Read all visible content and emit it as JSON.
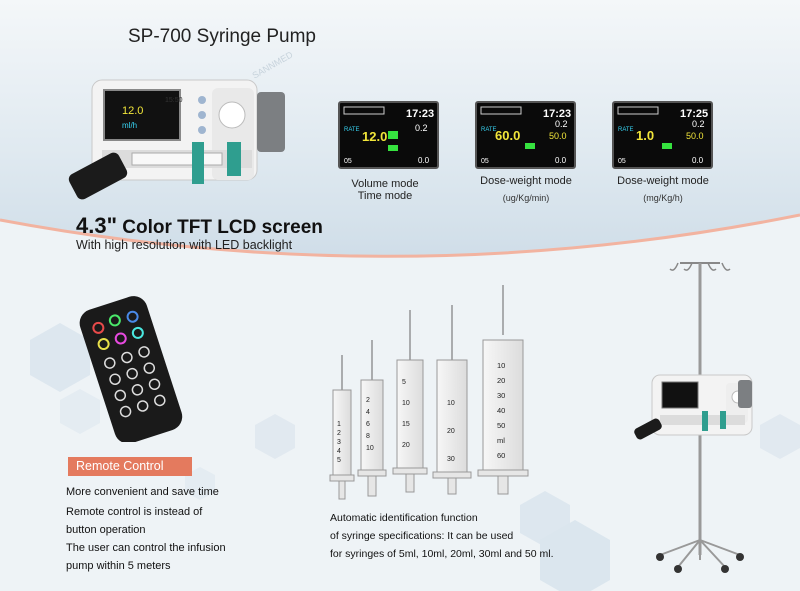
{
  "product_title": "SP-700 Syringe Pump",
  "lcd": {
    "headline_size": "4.3\"",
    "headline_rest": " Color TFT LCD screen",
    "subline": "With high resolution with LED backlight"
  },
  "modes": [
    {
      "label_line1": "Volume mode",
      "label_line2": "Time mode",
      "sub": ""
    },
    {
      "label_line1": "Dose-weight mode",
      "label_line2": "",
      "sub": "(ug/Kg/min)"
    },
    {
      "label_line1": "Dose-weight mode",
      "label_line2": "",
      "sub": "(mg/Kg/h)"
    }
  ],
  "screens": [
    {
      "time": "17:23",
      "rate": "12.0",
      "vol": "0.2",
      "bottom": "05",
      "bottom2": "0.0"
    },
    {
      "time": "17:23",
      "rate": "60.0",
      "vol": "0.2",
      "dose": "50.0",
      "bottom": "05",
      "bottom2": "0.0"
    },
    {
      "time": "17:25",
      "rate": "1.0",
      "vol": "0.2",
      "dose": "50.0",
      "bottom": "05",
      "bottom2": "0.0"
    }
  ],
  "pump_display": {
    "time": "15:50",
    "rate": "12.0"
  },
  "remote": {
    "badge": "Remote Control",
    "lines": [
      "More convenient and save time",
      "Remote control is instead of",
      "button operation",
      "The user can control the infusion",
      "pump within 5 meters"
    ]
  },
  "auto_id": {
    "lines": [
      "Automatic identification function",
      "of syringe specifications: It can be used",
      "for syringes of 5ml, 10ml, 20ml, 30ml and 50 ml."
    ]
  },
  "syringe_scales": {
    "s5": [
      "1",
      "2",
      "3",
      "4",
      "5"
    ],
    "s10": [
      "2",
      "4",
      "6",
      "8",
      "10"
    ],
    "s20": [
      "5",
      "10",
      "15",
      "20"
    ],
    "s30": [
      "10",
      "20",
      "30"
    ],
    "s50": [
      "10",
      "20",
      "30",
      "40",
      "50",
      "ml",
      "60"
    ]
  },
  "watermark": "SANNMED",
  "colors": {
    "accent": "#e47a5e",
    "lcd_cyan": "#38d3f2",
    "lcd_yellow": "#f2e63a",
    "lcd_green": "#36e23f"
  }
}
